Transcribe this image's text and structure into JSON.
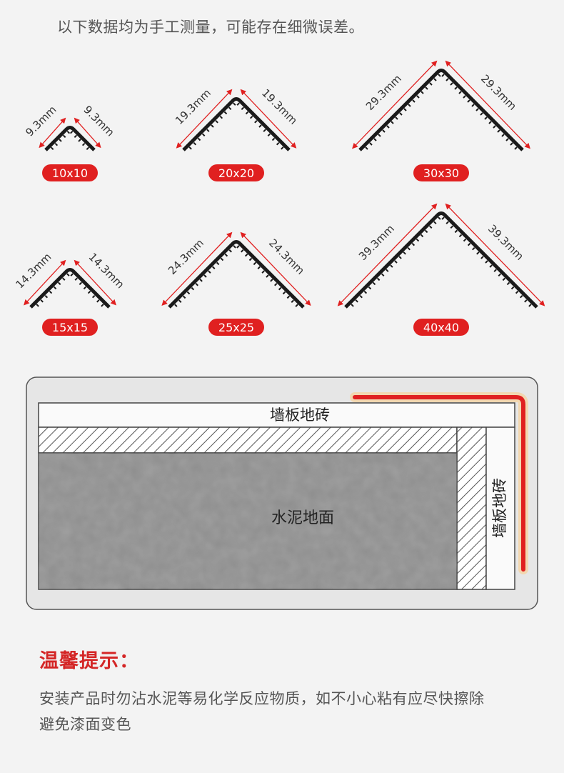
{
  "note": "以下数据均为手工测量，可能存在细微误差。",
  "profiles": [
    {
      "size": "10x10",
      "side_label": "9.3mm"
    },
    {
      "size": "20x20",
      "side_label": "19.3mm"
    },
    {
      "size": "30x30",
      "side_label": "29.3mm"
    },
    {
      "size": "15x15",
      "side_label": "14.3mm"
    },
    {
      "size": "25x25",
      "side_label": "24.3mm"
    },
    {
      "size": "40x40",
      "side_label": "39.3mm"
    }
  ],
  "diagram": {
    "top_tile_label": "墙板地砖",
    "side_tile_label": "墙板地砖",
    "cement_label": "水泥地面"
  },
  "tips": {
    "title": "温馨提示：",
    "line1": "安装产品时勿沾水泥等易化学反应物质，如不小心粘有应尽快擦除",
    "line2": "避免漆面变色"
  },
  "colors": {
    "accent_red": "#d42626",
    "profile_black": "#1a1a1a",
    "badge_red": "#e02020"
  }
}
